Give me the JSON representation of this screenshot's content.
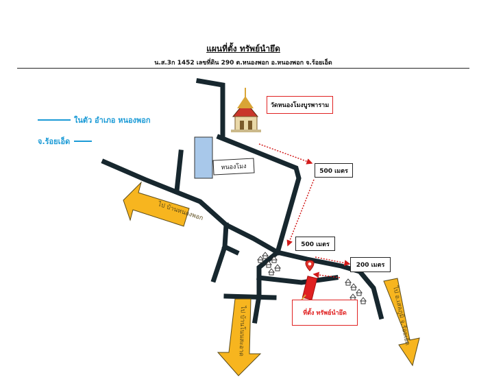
{
  "header": {
    "title": "แผนที่ตั้ง ทรัพย์นำยึด",
    "subtitle": "น.ส.3ก 1452 เลขที่ดิน 290 ต.หนองพอก อ.หนองพอก จ.ร้อยเอ็ด"
  },
  "legend": {
    "line1": "ในตัว อำเภอ หนองพอก",
    "line2": "จ.ร้อยเอ็ด"
  },
  "labels": {
    "temple": "วัดหนองโมงบูรพาราม",
    "pond": "หนองโมง",
    "distance_top": "500 เมตร",
    "distance_mid": "500 เมตร",
    "distance_right": "200 เมตร",
    "property": "ที่ตั้ง ทรัพย์นำยึด"
  },
  "arrows": {
    "left": "ไป บ้านหนองพอก",
    "bottom_left": "ไป บ้านโนนสะอาด",
    "bottom_right": "ไป อ.เสลภูมิ จ.ร้อยเอ็ด"
  },
  "colors": {
    "road": "#17272e",
    "arrow_fill": "#f7b51f",
    "arrow_stroke": "#5a4a1a",
    "route": "#d21a1a",
    "pond": "#a8c8ea",
    "accent_blue": "#1a9ad6",
    "property": "#e02020"
  },
  "icons": [
    "temple-icon",
    "house-icon",
    "location-pin-icon"
  ]
}
